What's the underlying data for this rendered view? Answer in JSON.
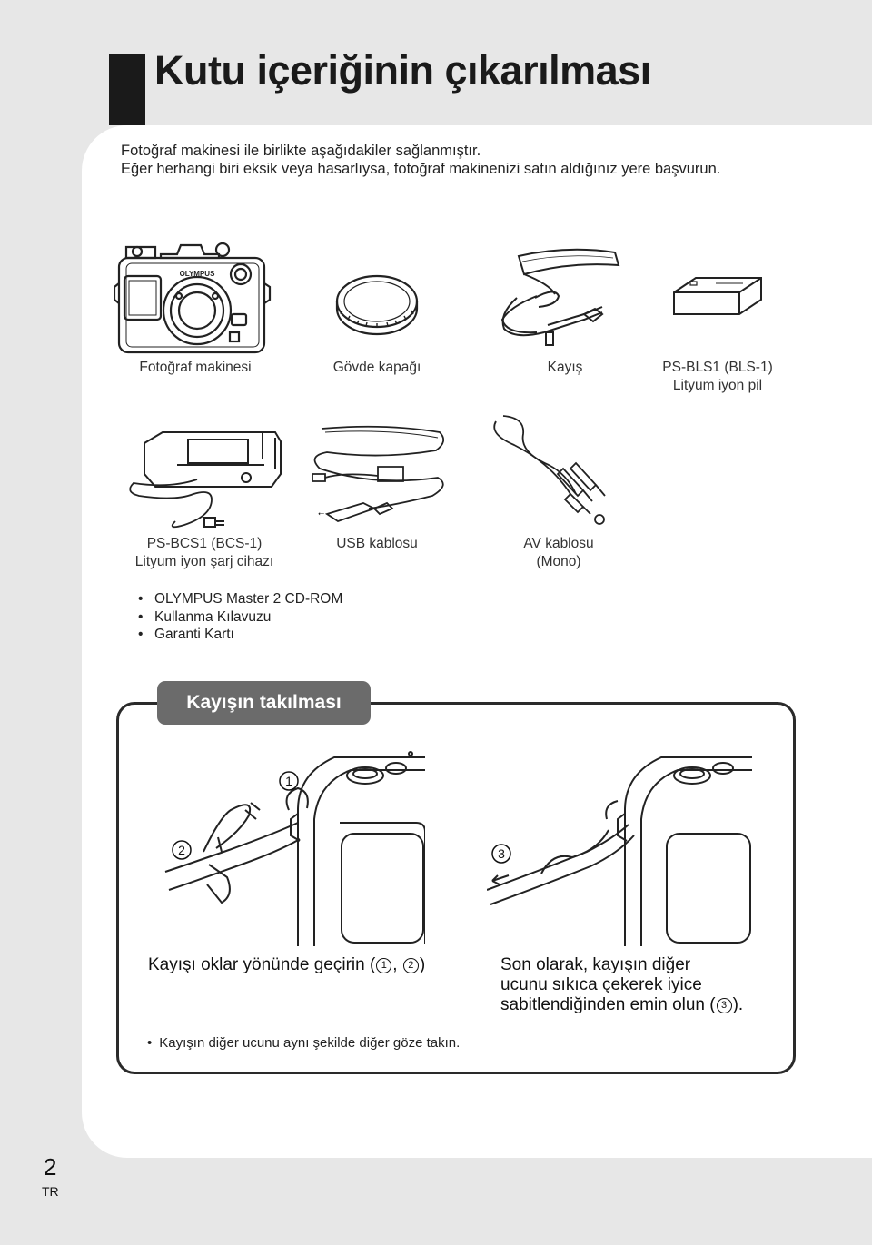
{
  "page": {
    "title": "Kutu içeriğinin çıkarılması",
    "intro_line1": "Fotoğraf makinesi ile birlikte aşağıdakiler sağlanmıştır.",
    "intro_line2": "Eğer herhangi biri eksik veya hasarlıysa, fotoğraf makinenizi satın aldığınız yere başvurun.",
    "page_number": "2",
    "language": "TR"
  },
  "items": {
    "camera": "Fotoğraf makinesi",
    "body_cap": "Gövde kapağı",
    "strap": "Kayış",
    "battery_line1": "PS-BLS1 (BLS-1)",
    "battery_line2": "Lityum iyon pil",
    "charger_line1": "PS-BCS1 (BCS-1)",
    "charger_line2": "Lityum iyon şarj cihazı",
    "usb": "USB kablosu",
    "av_line1": "AV kablosu",
    "av_line2": "(Mono)"
  },
  "extras": [
    "OLYMPUS Master 2 CD-ROM",
    "Kullanma Kılavuzu",
    "Garanti Kartı"
  ],
  "illustration_text": {
    "camera_brand": "OLYMPUS",
    "usb_symbol": "⭠"
  },
  "strap_section": {
    "title": "Kayışın takılması",
    "step_markers": [
      "1",
      "2",
      "3"
    ],
    "left_text_before": "Kayışı oklar yönünde geçirin (",
    "left_text_sep": ", ",
    "left_text_after": ")",
    "right_line1": "Son olarak, kayışın diğer",
    "right_line2": "ucunu sıkıca çekerek iyice",
    "right_line3_before": "sabitlendiğinden emin olun (",
    "right_line3_after": ").",
    "footnote": "Kayışın diğer ucunu aynı şekilde diğer göze takın."
  }
}
